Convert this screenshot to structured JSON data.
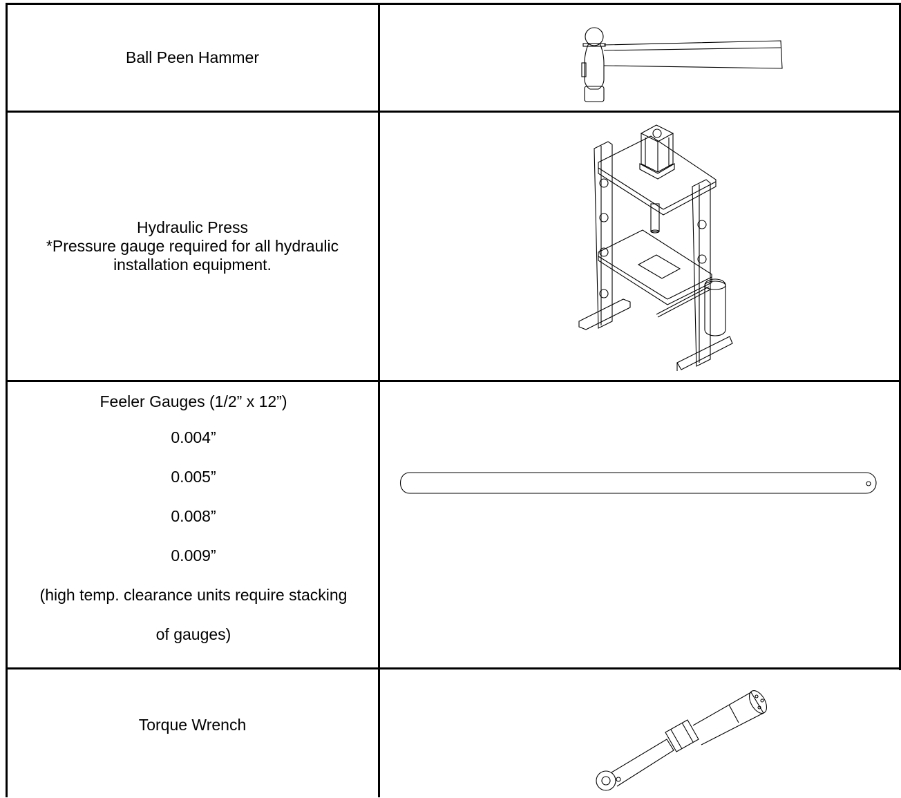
{
  "rows": [
    {
      "name": "Ball Peen Hammer"
    },
    {
      "name": "Hydraulic Press",
      "note": "*Pressure gauge required for all hydraulic installation equipment."
    },
    {
      "name": "Feeler Gauges (1/2” x 12”)",
      "sizes": [
        "0.004”",
        "0.005”",
        "0.008”",
        "0.009”"
      ],
      "note_line1": "(high temp. clearance units require stacking",
      "note_line2": "of gauges)"
    },
    {
      "name": "Torque Wrench"
    }
  ],
  "icons": {
    "row1": "ball-peen-hammer-drawing",
    "row2": "hydraulic-press-drawing",
    "row3": "feeler-gauge-blade-drawing",
    "row4": "torque-wrench-drawing"
  }
}
